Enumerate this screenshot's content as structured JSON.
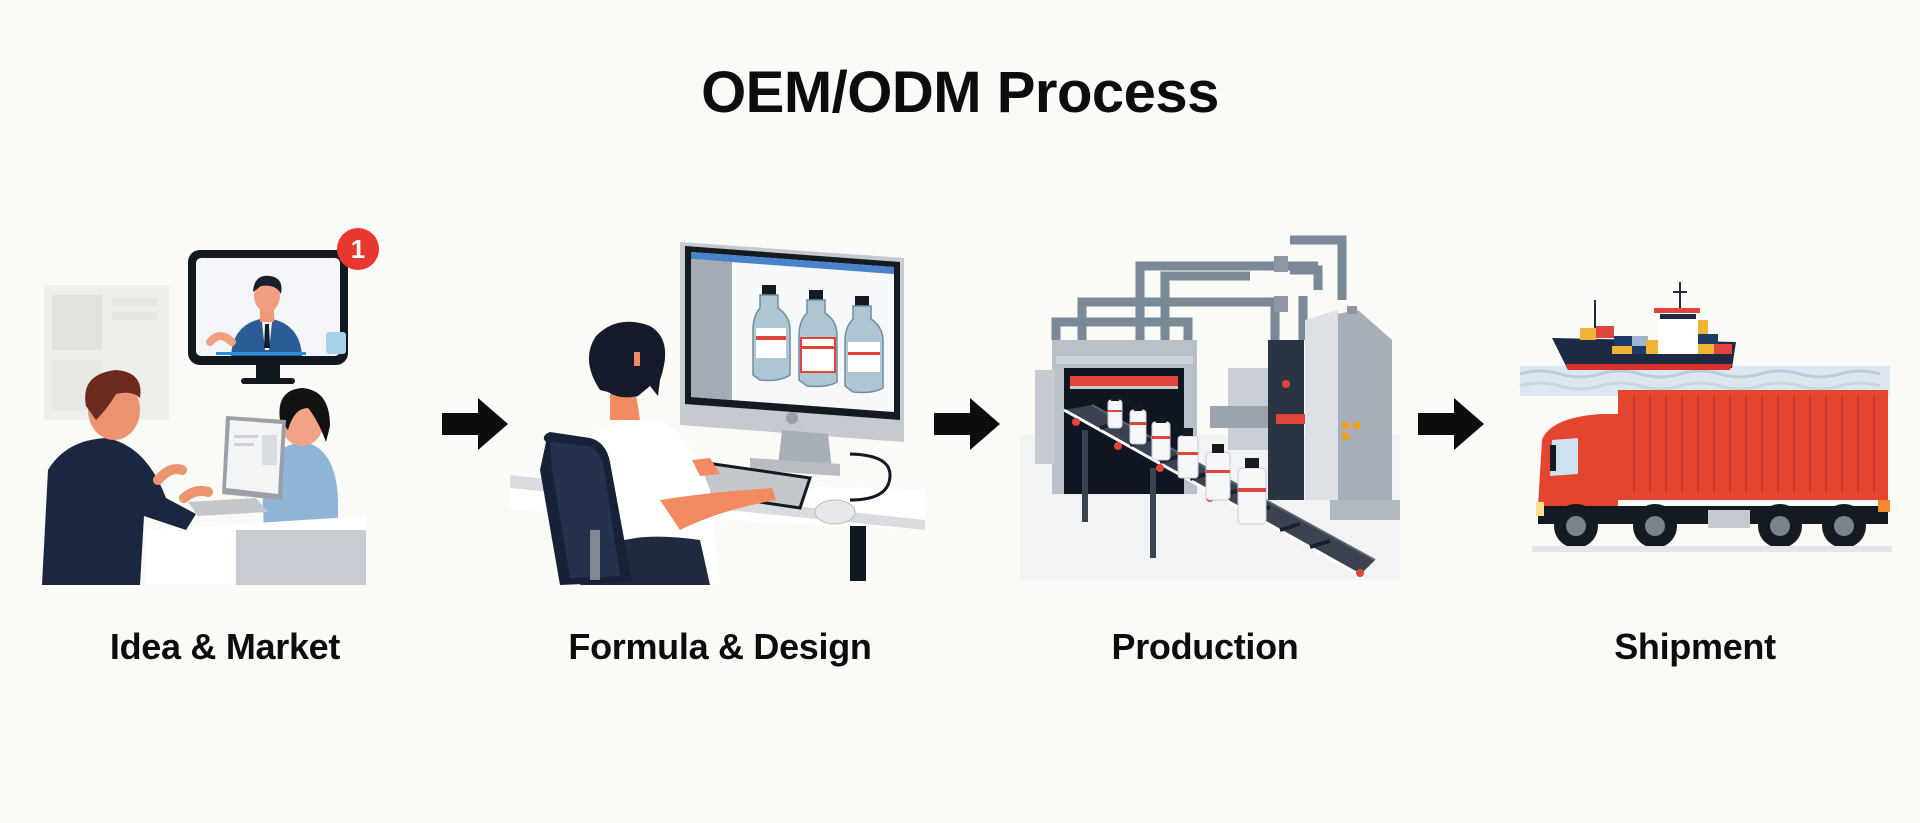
{
  "title": "OEM/ODM Process",
  "steps": [
    {
      "id": "idea-market",
      "label": "Idea & Market",
      "illustration": "video-meeting-illustration"
    },
    {
      "id": "formula-design",
      "label": "Formula & Design",
      "illustration": "designer-at-computer-illustration"
    },
    {
      "id": "production",
      "label": "Production",
      "illustration": "bottling-production-line-illustration"
    },
    {
      "id": "shipment",
      "label": "Shipment",
      "illustration": "cargo-ship-and-truck-illustration"
    }
  ],
  "notification_badge": "1",
  "arrow_icon": "right-arrow-icon",
  "colors": {
    "background": "#FAFAF6",
    "text": "#0D0D0D",
    "badge": "#E8372F",
    "truck_red": "#E4452F",
    "navy": "#1E2A44",
    "steel_gray": "#8C97A3"
  }
}
